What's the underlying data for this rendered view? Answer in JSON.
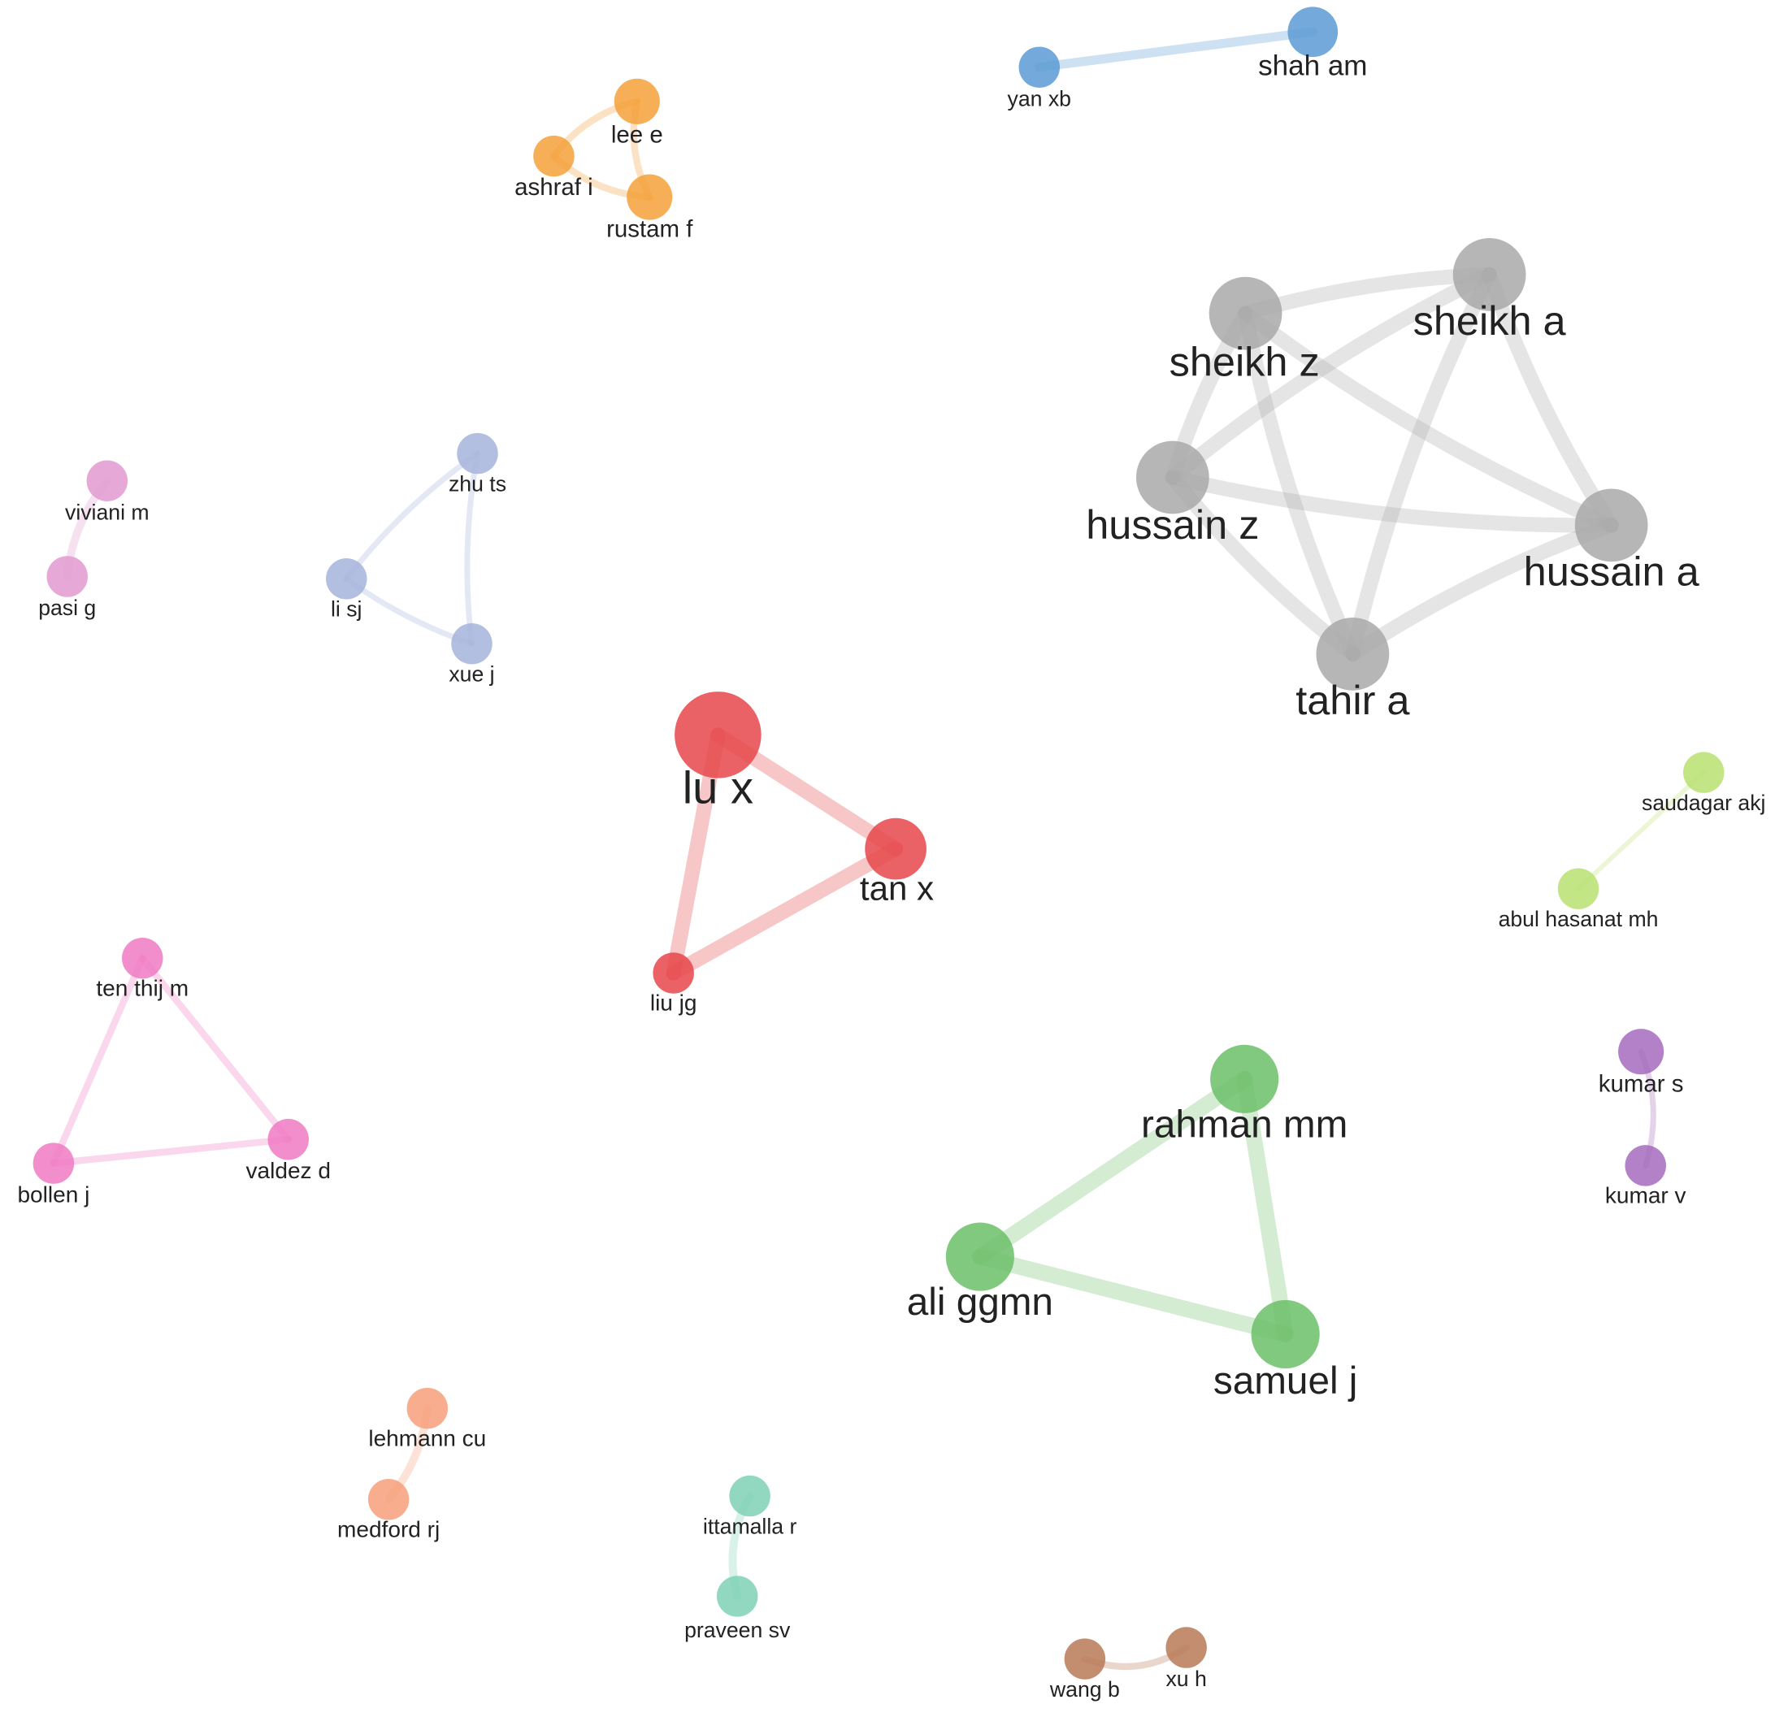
{
  "clusters": [
    {
      "id": "grey",
      "color": "#a9a9a9",
      "nodes": [
        {
          "id": "sheikh_a",
          "label": "sheikh a",
          "size": "large"
        },
        {
          "id": "sheikh_z",
          "label": "sheikh z",
          "size": "large"
        },
        {
          "id": "hussain_z",
          "label": "hussain z",
          "size": "large"
        },
        {
          "id": "hussain_a",
          "label": "hussain a",
          "size": "large"
        },
        {
          "id": "tahir_a",
          "label": "tahir a",
          "size": "large"
        }
      ],
      "edges": [
        [
          "sheikh_a",
          "sheikh_z"
        ],
        [
          "sheikh_a",
          "hussain_z"
        ],
        [
          "sheikh_a",
          "hussain_a"
        ],
        [
          "sheikh_a",
          "tahir_a"
        ],
        [
          "sheikh_z",
          "hussain_z"
        ],
        [
          "sheikh_z",
          "hussain_a"
        ],
        [
          "sheikh_z",
          "tahir_a"
        ],
        [
          "hussain_z",
          "hussain_a"
        ],
        [
          "hussain_z",
          "tahir_a"
        ],
        [
          "hussain_a",
          "tahir_a"
        ]
      ]
    },
    {
      "id": "red",
      "color": "#e6474a",
      "nodes": [
        {
          "id": "lu_x",
          "label": "lu x",
          "size": "xlarge"
        },
        {
          "id": "tan_x",
          "label": "tan x",
          "size": "medium"
        },
        {
          "id": "liu_jg",
          "label": "liu jg",
          "size": "small"
        }
      ],
      "edges": [
        [
          "lu_x",
          "tan_x"
        ],
        [
          "lu_x",
          "liu_jg"
        ],
        [
          "tan_x",
          "liu_jg"
        ]
      ]
    },
    {
      "id": "green",
      "color": "#6cc06a",
      "nodes": [
        {
          "id": "rahman_mm",
          "label": "rahman mm",
          "size": "medium"
        },
        {
          "id": "ali_ggmn",
          "label": "ali ggmn",
          "size": "medium"
        },
        {
          "id": "samuel_j",
          "label": "samuel j",
          "size": "medium"
        }
      ],
      "edges": [
        [
          "rahman_mm",
          "ali_ggmn"
        ],
        [
          "rahman_mm",
          "samuel_j"
        ],
        [
          "ali_ggmn",
          "samuel_j"
        ]
      ]
    },
    {
      "id": "orange",
      "color": "#f5a03a",
      "nodes": [
        {
          "id": "lee_e",
          "label": "lee e",
          "size": "small"
        },
        {
          "id": "ashraf_i",
          "label": "ashraf i",
          "size": "small"
        },
        {
          "id": "rustam_f",
          "label": "rustam f",
          "size": "small"
        }
      ],
      "edges": [
        [
          "lee_e",
          "ashraf_i"
        ],
        [
          "lee_e",
          "rustam_f"
        ],
        [
          "ashraf_i",
          "rustam_f"
        ]
      ]
    },
    {
      "id": "blue",
      "color": "#5b9bd5",
      "nodes": [
        {
          "id": "yan_xb",
          "label": "yan xb",
          "size": "small"
        },
        {
          "id": "shah_am",
          "label": "shah am",
          "size": "small"
        }
      ],
      "edges": [
        [
          "yan_xb",
          "shah_am"
        ]
      ]
    },
    {
      "id": "lavender",
      "color": "#a6b4db",
      "nodes": [
        {
          "id": "zhu_ts",
          "label": "zhu ts",
          "size": "small"
        },
        {
          "id": "li_sj",
          "label": "li sj",
          "size": "small"
        },
        {
          "id": "xue_j",
          "label": "xue j",
          "size": "small"
        }
      ],
      "edges": [
        [
          "zhu_ts",
          "li_sj"
        ],
        [
          "zhu_ts",
          "xue_j"
        ],
        [
          "li_sj",
          "xue_j"
        ]
      ]
    },
    {
      "id": "orchid",
      "color": "#e29ad0",
      "nodes": [
        {
          "id": "viviani_m",
          "label": "viviani m",
          "size": "small"
        },
        {
          "id": "pasi_g",
          "label": "pasi g",
          "size": "small"
        }
      ],
      "edges": [
        [
          "viviani_m",
          "pasi_g"
        ]
      ]
    },
    {
      "id": "pink",
      "color": "#f07ac2",
      "nodes": [
        {
          "id": "ten_thij_m",
          "label": "ten thij m",
          "size": "small"
        },
        {
          "id": "bollen_j",
          "label": "bollen j",
          "size": "small"
        },
        {
          "id": "valdez_d",
          "label": "valdez d",
          "size": "small"
        }
      ],
      "edges": [
        [
          "ten_thij_m",
          "bollen_j"
        ],
        [
          "ten_thij_m",
          "valdez_d"
        ],
        [
          "bollen_j",
          "valdez_d"
        ]
      ]
    },
    {
      "id": "lime",
      "color": "#b8e070",
      "nodes": [
        {
          "id": "saudagar_akj",
          "label": "saudagar akj",
          "size": "small"
        },
        {
          "id": "abul_hasanat_mh",
          "label": "abul hasanat mh",
          "size": "small"
        }
      ],
      "edges": [
        [
          "saudagar_akj",
          "abul_hasanat_mh"
        ]
      ]
    },
    {
      "id": "purple",
      "color": "#a66bbd",
      "nodes": [
        {
          "id": "kumar_s",
          "label": "kumar s",
          "size": "small"
        },
        {
          "id": "kumar_v",
          "label": "kumar v",
          "size": "small"
        }
      ],
      "edges": [
        [
          "kumar_s",
          "kumar_v"
        ]
      ]
    },
    {
      "id": "salmon",
      "color": "#f7a07a",
      "nodes": [
        {
          "id": "lehmann_cu",
          "label": "lehmann cu",
          "size": "small"
        },
        {
          "id": "medford_rj",
          "label": "medford rj",
          "size": "small"
        }
      ],
      "edges": [
        [
          "lehmann_cu",
          "medford_rj"
        ]
      ]
    },
    {
      "id": "teal",
      "color": "#7fd1b6",
      "nodes": [
        {
          "id": "ittamalla_r",
          "label": "ittamalla r",
          "size": "small"
        },
        {
          "id": "praveen_sv",
          "label": "praveen sv",
          "size": "small"
        }
      ],
      "edges": [
        [
          "ittamalla_r",
          "praveen_sv"
        ]
      ]
    },
    {
      "id": "brown",
      "color": "#b97a56",
      "nodes": [
        {
          "id": "wang_b",
          "label": "wang b",
          "size": "small"
        },
        {
          "id": "xu_h",
          "label": "xu h",
          "size": "small"
        }
      ],
      "edges": [
        [
          "wang_b",
          "xu_h"
        ]
      ]
    }
  ]
}
